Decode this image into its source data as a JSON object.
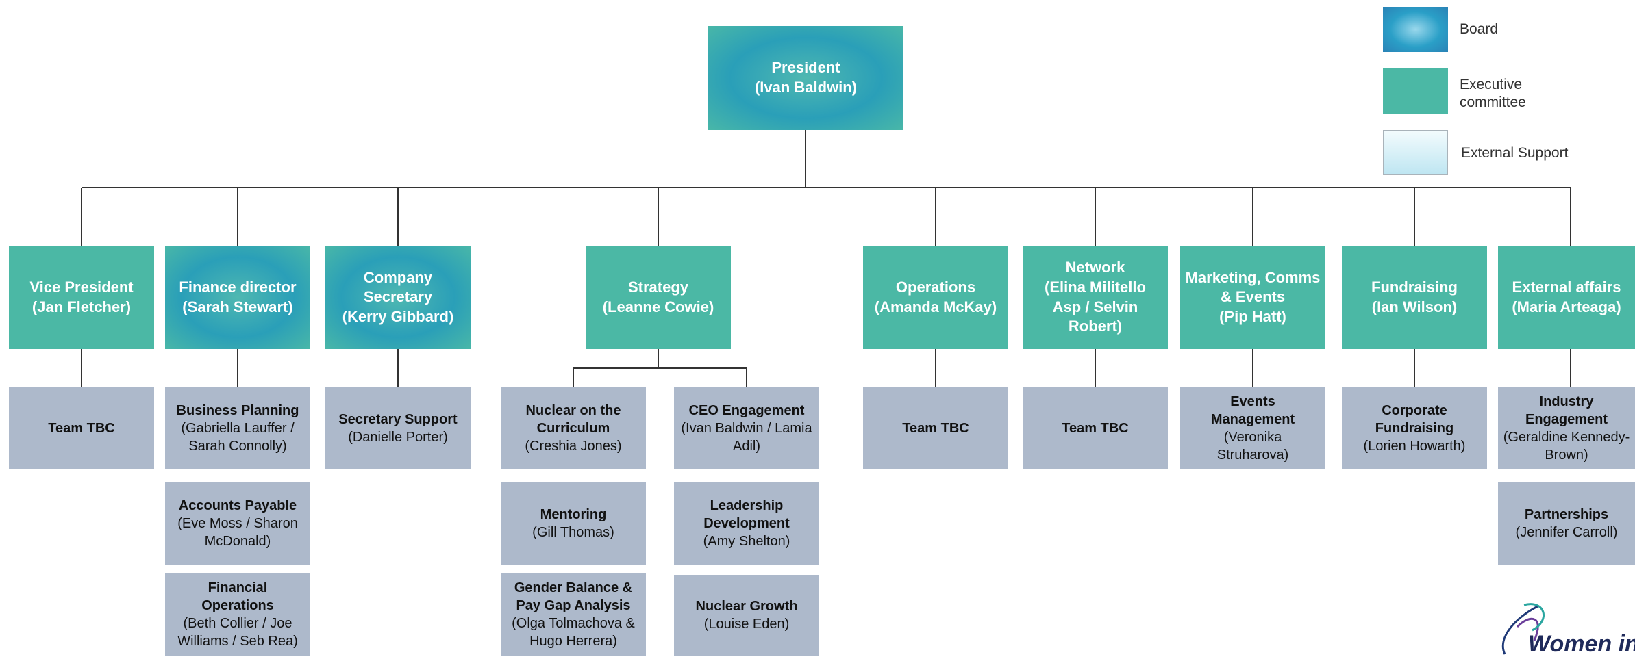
{
  "colors": {
    "board": "#2a9fb8",
    "executive": "#4bb8a5",
    "team": "#adb9cb",
    "external": "#cfe9f3",
    "line": "#333333"
  },
  "legend": [
    {
      "label": "Board",
      "color": "#2a9fb8"
    },
    {
      "label": "Executive committee",
      "color": "#4bb8a5"
    },
    {
      "label": "External Support",
      "color": "#cfe9f3"
    }
  ],
  "president": {
    "title": "President",
    "person": "(Ivan Baldwin)"
  },
  "roles": [
    {
      "title": "Vice President",
      "person": "(Jan Fletcher)",
      "teams": [
        {
          "title": "Team TBC",
          "person": ""
        }
      ]
    },
    {
      "title": "Finance director",
      "person": "(Sarah Stewart)",
      "teams": [
        {
          "title": "Business Planning",
          "person": "(Gabriella Lauffer / Sarah Connolly)"
        },
        {
          "title": "Accounts Payable",
          "person": "(Eve Moss / Sharon McDonald)"
        },
        {
          "title": "Financial Operations",
          "person": "(Beth Collier / Joe Williams / Seb Rea)"
        }
      ]
    },
    {
      "title": "Company Secretary",
      "person": "(Kerry Gibbard)",
      "teams": [
        {
          "title": "Secretary Support",
          "person": "(Danielle Porter)"
        }
      ]
    },
    {
      "title": "Strategy",
      "person": "(Leanne Cowie)",
      "teams_left": [
        {
          "title": "Nuclear on the Curriculum",
          "person": "(Creshia Jones)"
        },
        {
          "title": "Mentoring",
          "person": "(Gill Thomas)"
        },
        {
          "title": "Gender Balance & Pay Gap Analysis",
          "person": "(Olga Tolmachova & Hugo Herrera)"
        }
      ],
      "teams_right": [
        {
          "title": "CEO Engagement",
          "person": "(Ivan Baldwin / Lamia Adil)"
        },
        {
          "title": "Leadership Development",
          "person": "(Amy Shelton)"
        },
        {
          "title": "Nuclear Growth",
          "person": "(Louise Eden)"
        }
      ]
    },
    {
      "title": "Operations",
      "person": "(Amanda McKay)",
      "teams": [
        {
          "title": "Team TBC",
          "person": ""
        }
      ]
    },
    {
      "title": "Network",
      "person": "(Elina Militello Asp / Selvin Robert)",
      "teams": [
        {
          "title": "Team TBC",
          "person": ""
        }
      ]
    },
    {
      "title": "Marketing, Comms & Events",
      "person": "(Pip Hatt)",
      "teams": [
        {
          "title": "Events Management",
          "person": "(Veronika Struharova)"
        }
      ]
    },
    {
      "title": "Fundraising",
      "person": "(Ian Wilson)",
      "teams": [
        {
          "title": "Corporate Fundraising",
          "person": "(Lorien Howarth)"
        }
      ]
    },
    {
      "title": "External affairs",
      "person": "(Maria Arteaga)",
      "teams": [
        {
          "title": "Industry Engagement",
          "person": "(Geraldine Kennedy-Brown)"
        },
        {
          "title": "Partnerships",
          "person": "(Jennifer Carroll)"
        }
      ]
    }
  ],
  "logo": {
    "text": "Women in"
  }
}
